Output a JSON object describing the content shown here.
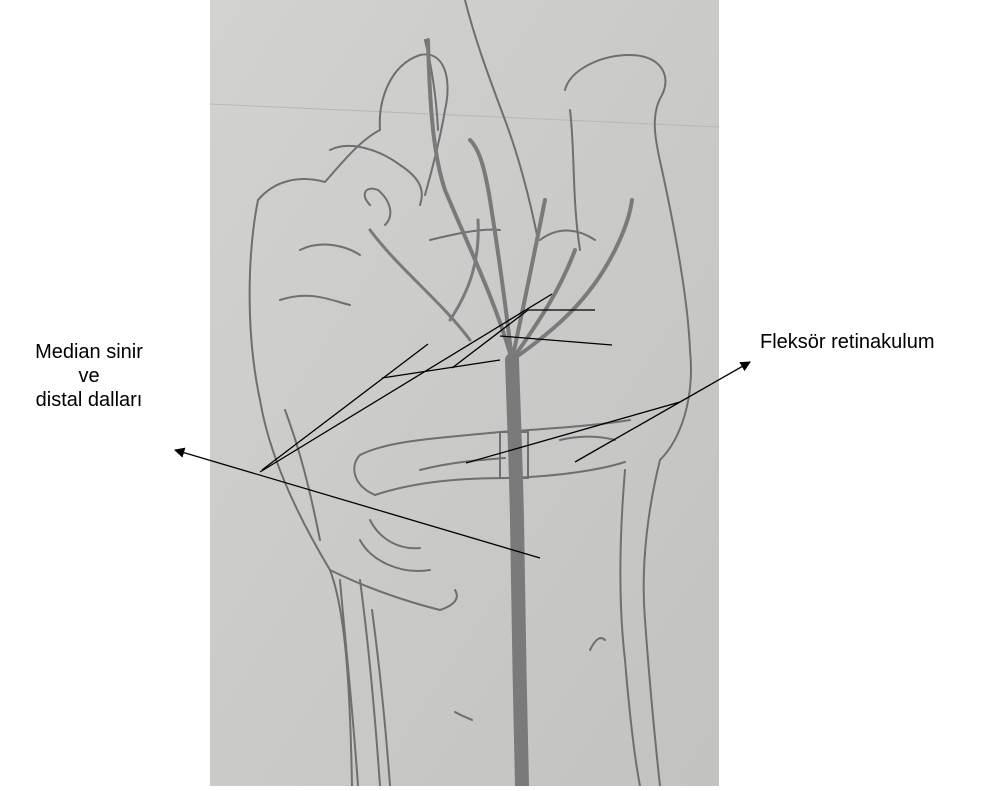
{
  "labels": {
    "median_nerve": [
      "Median sinir",
      "ve",
      "distal dalları"
    ],
    "flexor_retinaculum": "Fleksör retinakulum"
  },
  "colors": {
    "paper": "#c9c9c7",
    "pencil": "#6f6f6f",
    "nerve": "#7a7a7a",
    "leader_line": "#000000"
  }
}
